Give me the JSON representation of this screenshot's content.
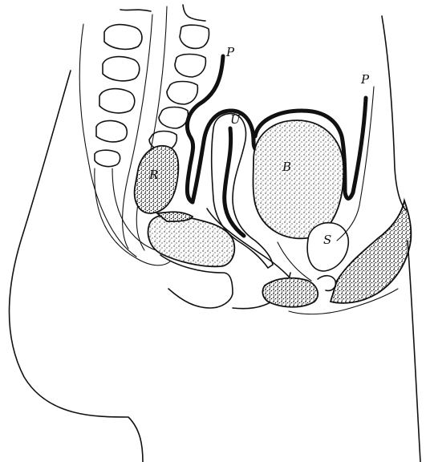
{
  "figure": {
    "labels": {
      "P_upper": "P",
      "P_right": "P",
      "U": "U",
      "R": "R",
      "B": "B",
      "S": "S"
    },
    "colors": {
      "ink": "#111111",
      "paper": "#ffffff"
    }
  }
}
